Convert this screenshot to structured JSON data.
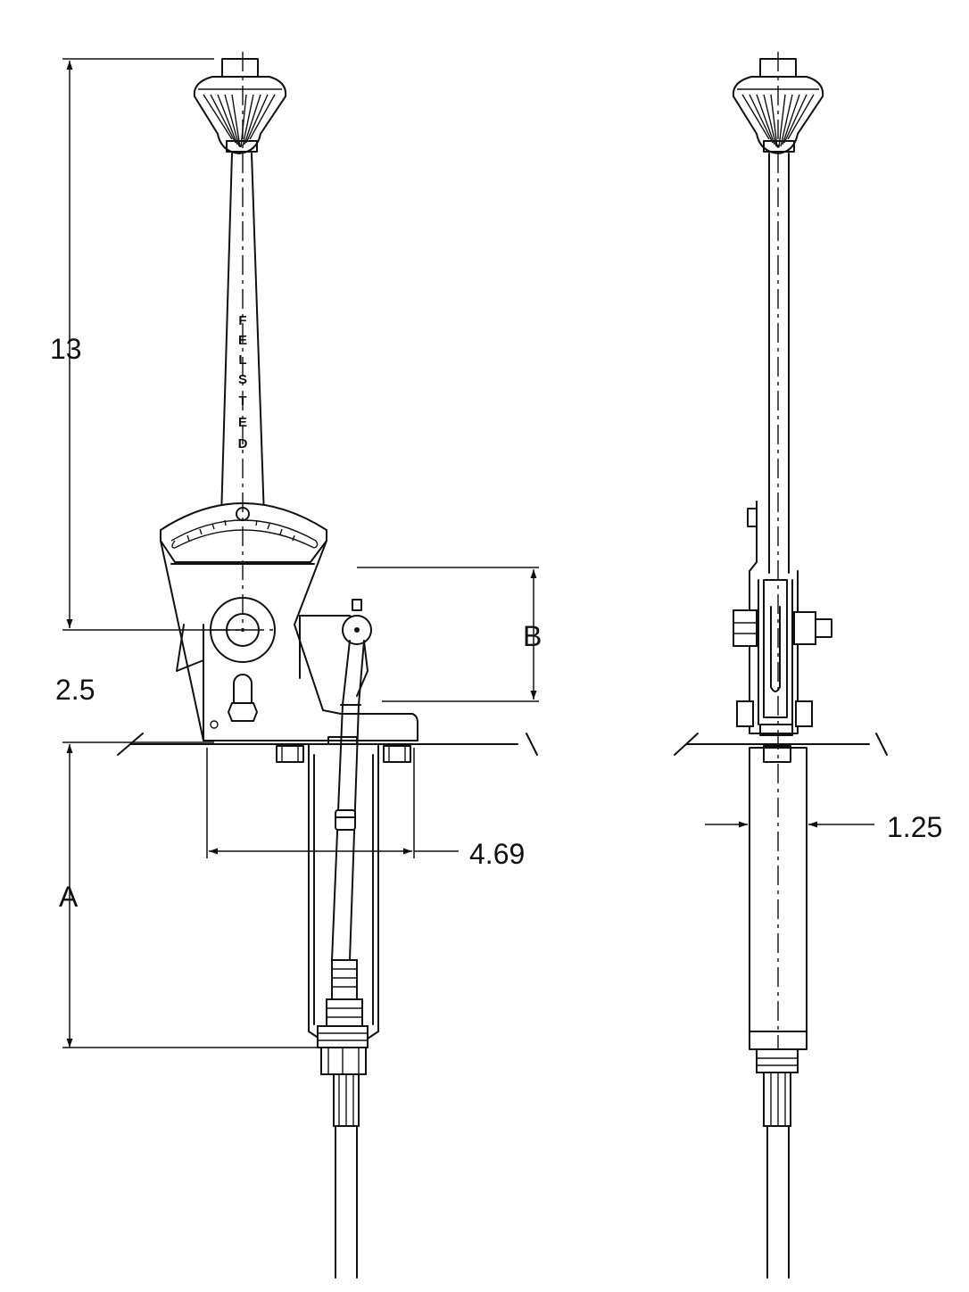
{
  "drawing": {
    "brand": [
      "F",
      "E",
      "L",
      "S",
      "T",
      "E",
      "D"
    ],
    "dimensions": {
      "overall_height": "13",
      "pivot_offset": "2.5",
      "dim_b": "B",
      "dim_a": "A",
      "base_width": "4.69",
      "tube_width": "1.25"
    }
  }
}
